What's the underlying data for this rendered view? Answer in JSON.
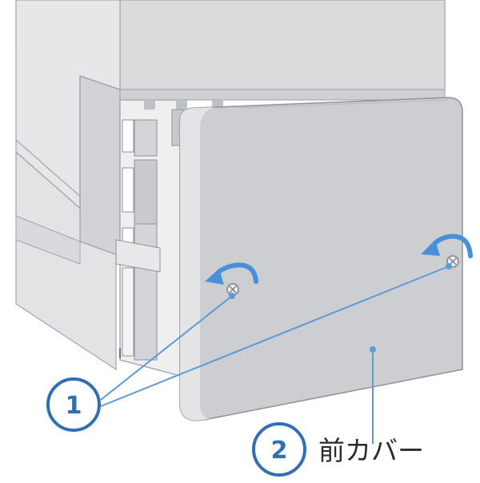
{
  "callouts": [
    {
      "number": "1",
      "label": ""
    },
    {
      "number": "2",
      "label": "前カバー"
    }
  ],
  "colors": {
    "accent": "#2f6fb2",
    "leader_line": "#5e9ad6",
    "arrow": "#4a90d9",
    "machine_body": "#dcdde0",
    "cover": "#cdced1",
    "outline": "#8f9296"
  },
  "icons": [
    "rotate-arrow-icon",
    "screw-icon"
  ]
}
